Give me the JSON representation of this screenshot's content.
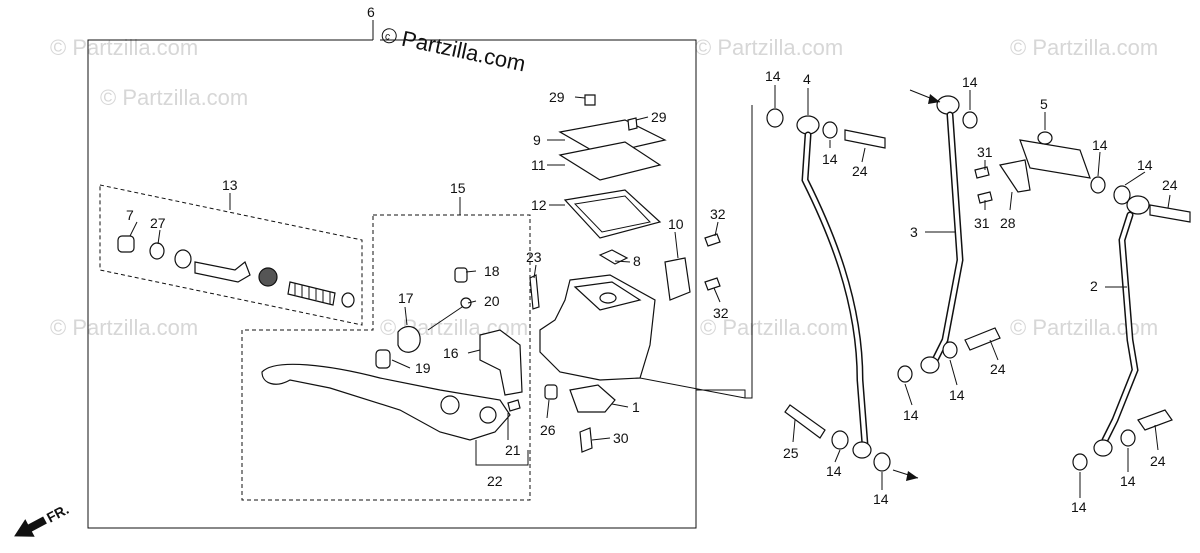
{
  "watermark": {
    "brand": "Partzilla.com",
    "tile": "© Partzilla.com"
  },
  "direction_marker": {
    "label": "FR."
  },
  "callouts": {
    "c1": "1",
    "c2": "2",
    "c3": "3",
    "c4": "4",
    "c5": "5",
    "c6": "6",
    "c7": "7",
    "c8": "8",
    "c9": "9",
    "c10": "10",
    "c11": "11",
    "c12": "12",
    "c13": "13",
    "c14": "14",
    "c15": "15",
    "c16": "16",
    "c17": "17",
    "c18": "18",
    "c19": "19",
    "c20": "20",
    "c21": "21",
    "c22": "22",
    "c23": "23",
    "c24": "24",
    "c25": "25",
    "c26": "26",
    "c27": "27",
    "c28": "28",
    "c29": "29",
    "c30": "30",
    "c31": "31",
    "c32": "32"
  },
  "colors": {
    "line": "#111111",
    "watermark": "#d7d7d7",
    "background": "#ffffff"
  }
}
